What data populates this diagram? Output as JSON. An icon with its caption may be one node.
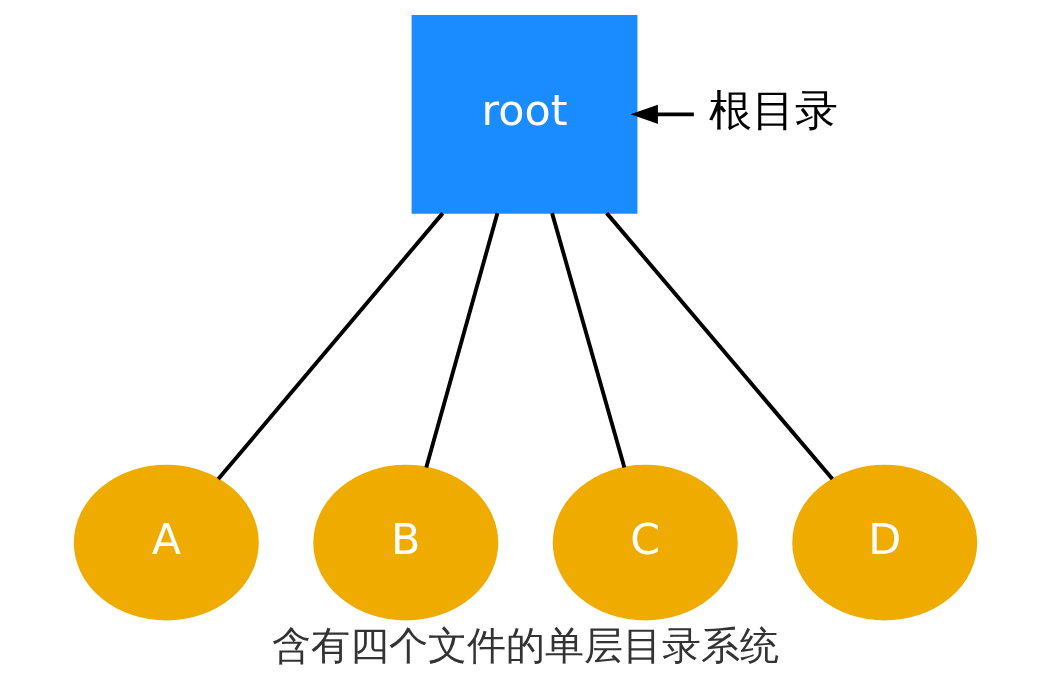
{
  "diagram": {
    "caption": "含有四个文件的单层目录系统",
    "nodes": [
      {
        "text": [
          "root"
        ]
      },
      {
        "text": [
          "A"
        ]
      },
      {
        "text": [
          "B"
        ]
      },
      {
        "text": [
          "C"
        ]
      },
      {
        "text": [
          "D"
        ]
      },
      {
        "text": [
          "根目录"
        ]
      }
    ],
    "edges": [
      {
        "from": 0,
        "to": 1,
        "arrow": "none"
      },
      {
        "from": 0,
        "to": 2,
        "arrow": "none"
      },
      {
        "from": 0,
        "to": 3,
        "arrow": "none"
      },
      {
        "from": 0,
        "to": 4,
        "arrow": "none"
      },
      {
        "from": 5,
        "to": 0,
        "arrow": "to"
      }
    ]
  }
}
